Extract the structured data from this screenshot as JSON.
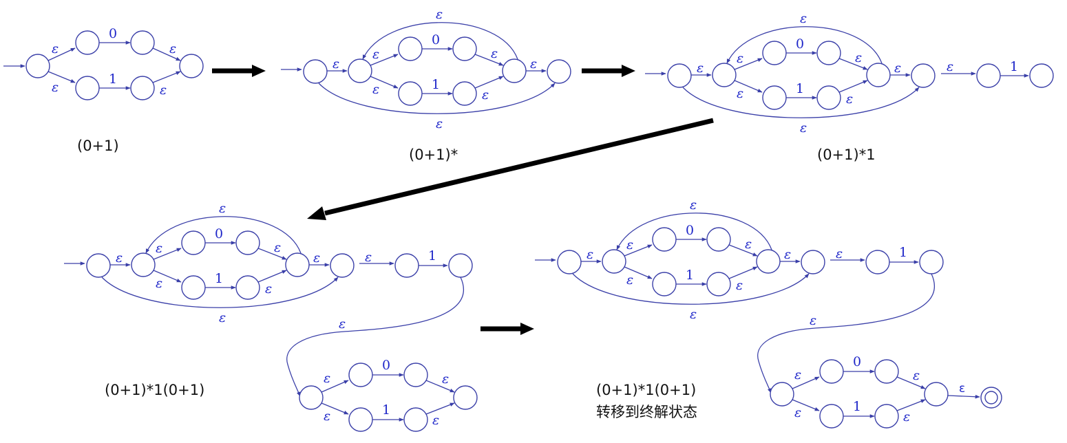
{
  "labels": {
    "eps": "ε",
    "zero": "0",
    "one": "1",
    "eps_upright": "ε"
  },
  "captions": {
    "c1": "(0+1)",
    "c2": "(0+1)*",
    "c3": "(0+1)*1",
    "c4": "(0+1)*1(0+1)",
    "c5_line1": "(0+1)*1(0+1)",
    "c5_line2": "转移到终解状态"
  },
  "colors": {
    "nfa": "#3a3fa8",
    "label": "#1f27c9",
    "arrow": "#000000"
  }
}
